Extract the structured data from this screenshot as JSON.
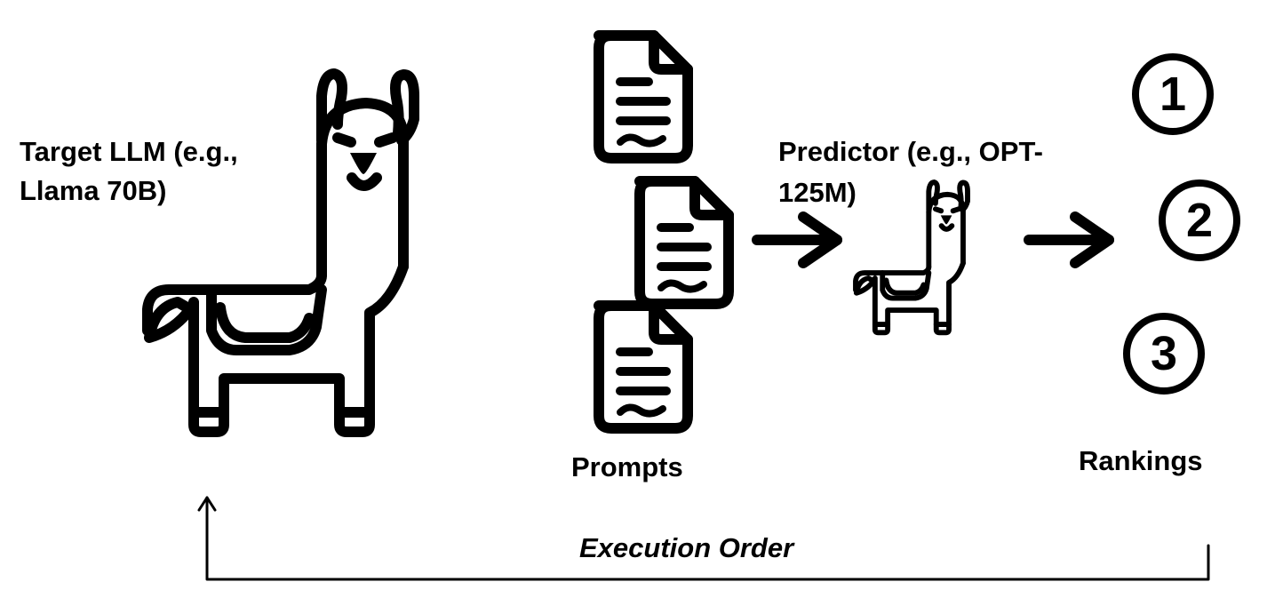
{
  "diagram": {
    "target_llm": {
      "line1": "Target LLM (e.g.,",
      "line2": "Llama 70B)"
    },
    "predictor": {
      "line1": "Predictor (e.g., OPT-",
      "line2": "125M)"
    },
    "prompts_label": "Prompts",
    "rankings_label": "Rankings",
    "rankings": [
      "1",
      "2",
      "3"
    ],
    "execution_order_label": "Execution Order",
    "icons": [
      "llama-large-icon",
      "document-icon",
      "llama-small-icon",
      "arrow-right-icon",
      "rank-circle-icon"
    ],
    "colors": {
      "ink": "#000000",
      "background": "#ffffff"
    }
  }
}
